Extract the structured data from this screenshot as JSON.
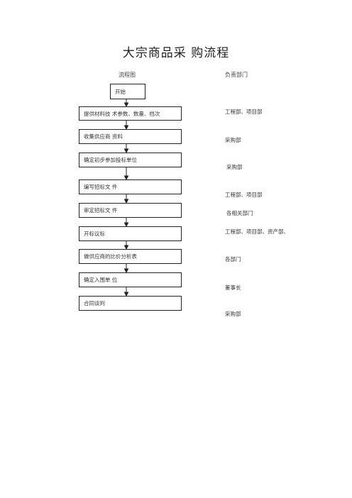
{
  "title": "大宗商品采  购流程",
  "headers": {
    "flow": "流程图",
    "dept": "负责部门"
  },
  "steps": [
    "开始",
    "提供材料技  术参数、数量、档次",
    "收集供应商  资料",
    "确定初步参加投标单位",
    "编写招标文  件",
    "审定招标文  件",
    "开标议标",
    "做供应商的比价分析表",
    "确定入围单  位",
    "合同谈判"
  ],
  "departments": [
    "工程部、项目部",
    "采购部",
    "采购部",
    "工程部、项目部",
    "各相关部门",
    "工程部、项目部、资产部、",
    "各部门",
    "董事长",
    "采购部"
  ]
}
